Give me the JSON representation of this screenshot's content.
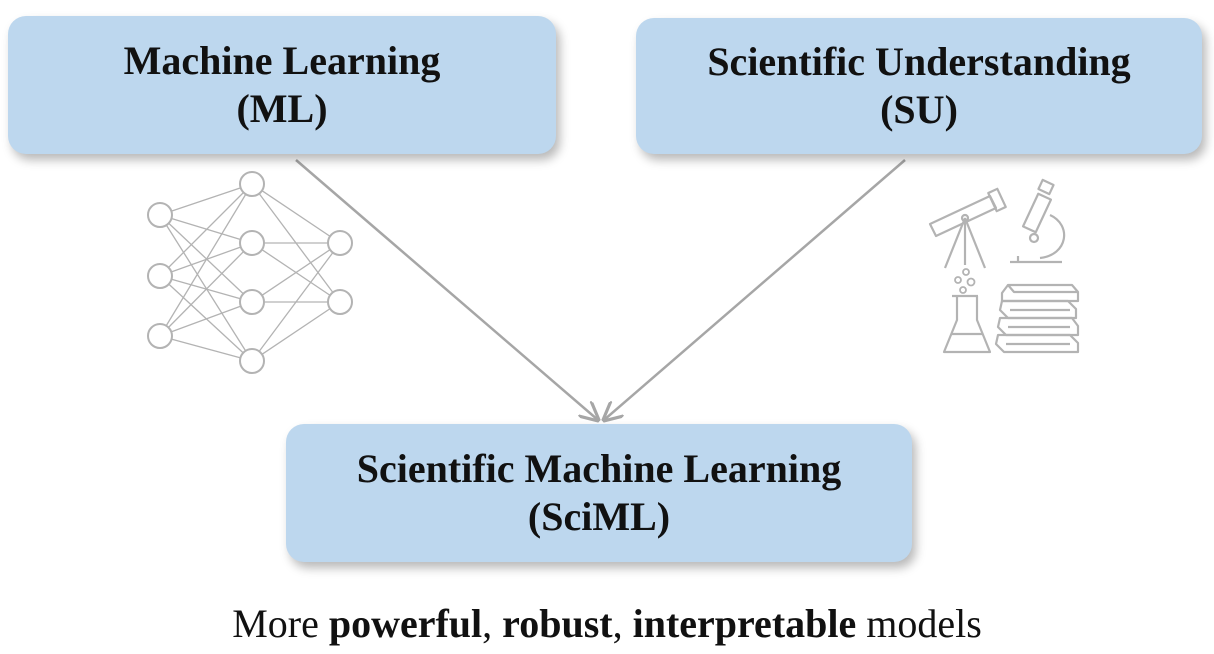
{
  "nodes": {
    "ml": {
      "line1": "Machine Learning",
      "line2": "(ML)"
    },
    "su": {
      "line1": "Scientific Understanding",
      "line2": "(SU)"
    },
    "sciml": {
      "line1": "Scientific Machine Learning",
      "line2": "(SciML)"
    }
  },
  "caption": {
    "prefix": "More ",
    "term1": "powerful",
    "sep1": ", ",
    "term2": "robust",
    "sep2": ", ",
    "term3": "interpretable",
    "suffix": " models"
  },
  "icons": {
    "left": "neural-network-icon",
    "right": [
      "telescope-icon",
      "microscope-icon",
      "flask-icon",
      "books-icon"
    ]
  },
  "colors": {
    "box_fill": "#bdd7ee",
    "arrow": "#a6a6a6",
    "icon_stroke": "#b3b3b3"
  }
}
